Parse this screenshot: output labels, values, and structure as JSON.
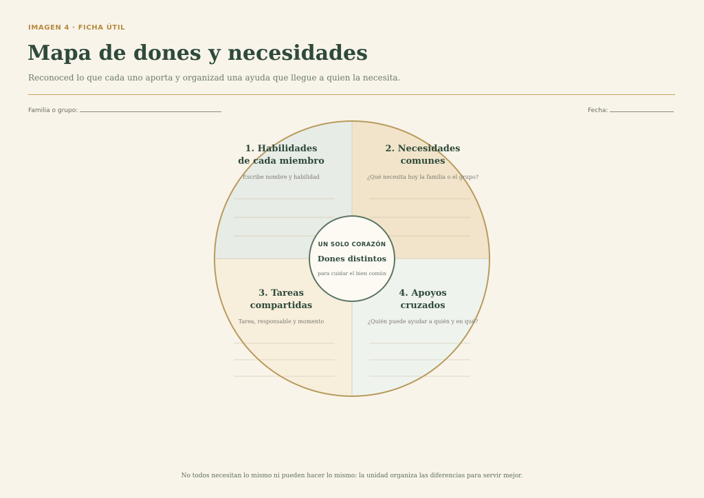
{
  "header": {
    "eyebrow": "IMAGEN 4 · FICHA ÚTIL",
    "title": "Mapa de dones y necesidades",
    "subtitle": "Reconoced lo que cada uno aporta y organizad una ayuda que llegue a quien la necesita."
  },
  "fields": {
    "familia_label": "Familia o grupo:",
    "fecha_label": "Fecha:"
  },
  "quadrants": [
    {
      "title_line1": "1. Habilidades",
      "title_line2": "de cada miembro",
      "hint": "Escribe nombre y habilidad",
      "fill": "#e8ece6"
    },
    {
      "title_line1": "2. Necesidades",
      "title_line2": "comunes",
      "hint": "¿Qué necesita hoy la familia o el grupo?",
      "fill": "#f2e4ca"
    },
    {
      "title_line1": "3. Tareas",
      "title_line2": "compartidas",
      "hint": "Tarea, responsable y momento",
      "fill": "#f8eedc"
    },
    {
      "title_line1": "4. Apoyos",
      "title_line2": "cruzados",
      "hint": "¿Quién puede ayudar a quién y en qué?",
      "fill": "#eff3ed"
    }
  ],
  "center": {
    "kicker": "UN SOLO CORAZÓN",
    "title": "Dones distintos",
    "caption": "para cuidar el bien común"
  },
  "footnote": "No todos necesitan lo mismo ni pueden hacer lo mismo: la unidad organiza las diferencias para servir mejor.",
  "colors": {
    "page_background": "#f9f4ea",
    "heading": "#2e4a3b",
    "accent_gold": "#b58a3e",
    "circle_border": "#b89a5c",
    "center_border": "#5b7563"
  }
}
